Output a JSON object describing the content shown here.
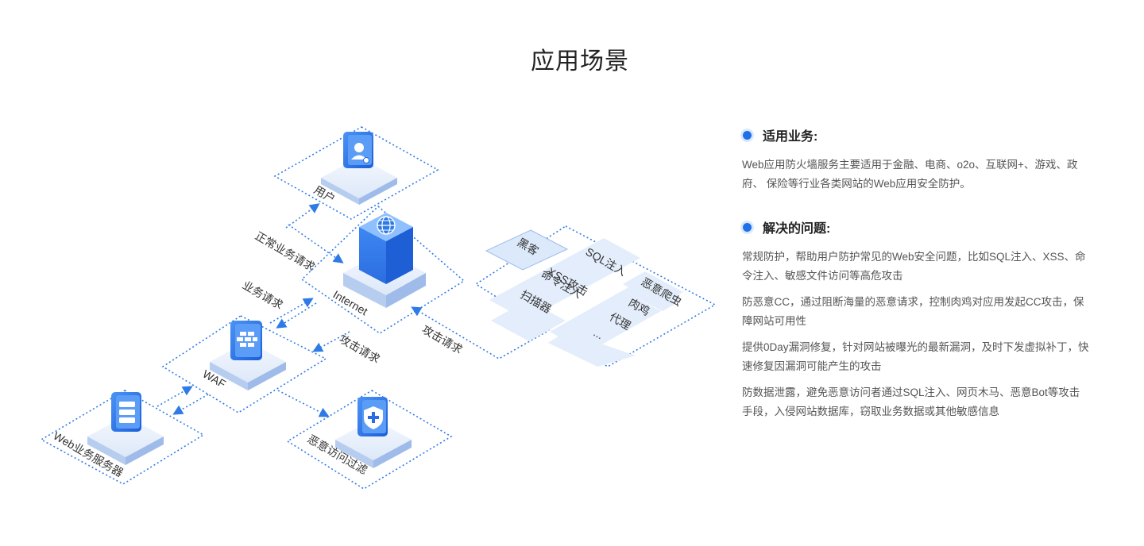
{
  "page": {
    "title": "应用场景"
  },
  "diagram": {
    "nodes": {
      "user": "用户",
      "internet": "Internet",
      "waf": "WAF",
      "web_server": "Web业务服务器",
      "filter": "恶意访问过滤"
    },
    "edges": {
      "normal_request": "正常业务请求",
      "business_request": "业务请求",
      "attack_request_left": "攻击请求",
      "attack_request_right": "攻击请求"
    },
    "attack_panel": {
      "header": "黑客",
      "items": [
        "SQL注入",
        "XSS攻击",
        "恶意爬虫",
        "命令注入",
        "肉鸡",
        "扫描器",
        "代理",
        "..."
      ]
    }
  },
  "info": {
    "sections": [
      {
        "title": "适用业务:",
        "paragraphs": [
          "Web应用防火墙服务主要适用于金融、电商、o2o、互联网+、游戏、政府、 保险等行业各类网站的Web应用安全防护。"
        ]
      },
      {
        "title": "解决的问题:",
        "paragraphs": [
          "常规防护，帮助用户防护常见的Web安全问题，比如SQL注入、XSS、命令注入、敏感文件访问等高危攻击",
          "防恶意CC，通过阻断海量的恶意请求，控制肉鸡对应用发起CC攻击，保障网站可用性",
          "提供0Day漏洞修复，针对网站被曝光的最新漏洞，及时下发虚拟补丁，快速修复因漏洞可能产生的攻击",
          "防数据泄露，避免恶意访问者通过SQL注入、网页木马、恶意Bot等攻击手段，入侵网站数据库，窃取业务数据或其他敏感信息"
        ]
      }
    ]
  },
  "colors": {
    "accent": "#1f6fe8",
    "dotted": "#2f7be6",
    "platform": "#d8e5f8"
  }
}
